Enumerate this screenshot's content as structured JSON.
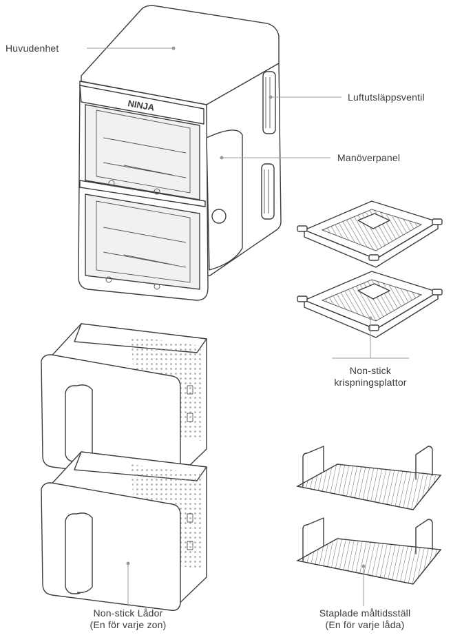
{
  "labels": {
    "main_unit": "Huvudenhet",
    "air_outlet": "Luftutsläppsventil",
    "control_panel": "Manöverpanel",
    "crisper_line1": "Non-stick",
    "crisper_line2": "krispningsplattor",
    "drawers_line1": "Non-stick Lådor",
    "drawers_line2": "(En för varje zon)",
    "racks_line1": "Staplade måltidsställ",
    "racks_line2": "(En för varje låda)"
  },
  "logo_text": "NINJA",
  "colors": {
    "outline": "#3c3c3c",
    "callout": "#9a9a9a",
    "text": "#3a3a3a"
  }
}
